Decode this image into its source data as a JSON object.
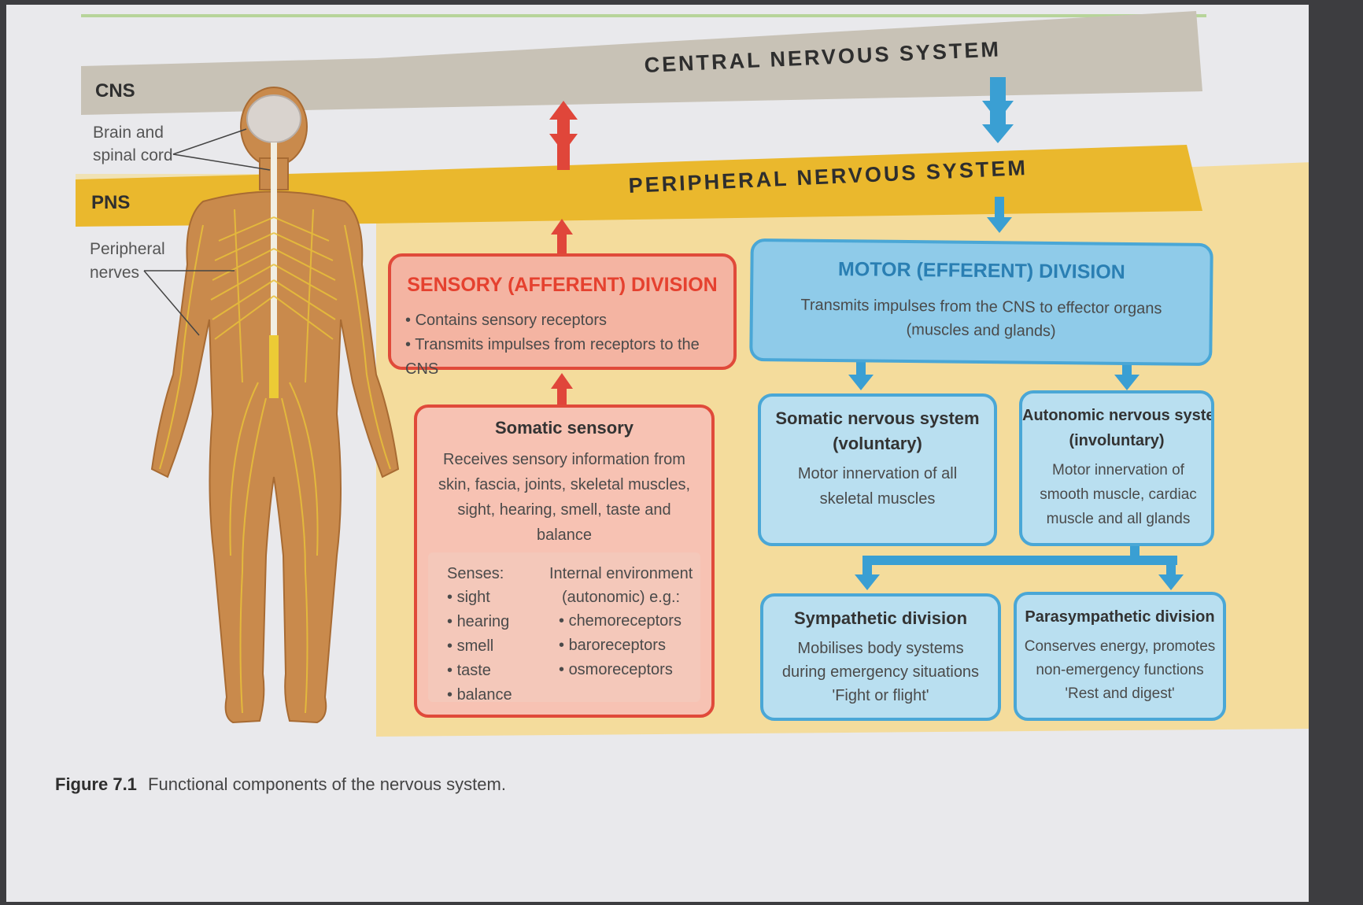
{
  "diagram": {
    "cns_band": "CENTRAL NERVOUS SYSTEM",
    "pns_band": "PERIPHERAL NERVOUS SYSTEM",
    "side": {
      "cns_label": "CNS",
      "cns_text_1": "Brain and",
      "cns_text_2": "spinal cord",
      "pns_label": "PNS",
      "pns_text_1": "Peripheral",
      "pns_text_2": "nerves"
    },
    "sensory": {
      "title": "SENSORY (AFFERENT) DIVISION",
      "bullets": [
        "Contains sensory receptors",
        "Transmits impulses from receptors to the CNS"
      ]
    },
    "somatic_sensory": {
      "title": "Somatic sensory",
      "text": "Receives sensory information from skin, fascia, joints, skeletal muscles, sight, hearing, smell, taste and balance",
      "senses_title": "Senses:",
      "senses": [
        "sight",
        "hearing",
        "smell",
        "taste",
        "balance"
      ],
      "internal_title_1": "Internal environment",
      "internal_title_2": "(autonomic) e.g.:",
      "internal": [
        "chemoreceptors",
        "baroreceptors",
        "osmoreceptors"
      ]
    },
    "motor": {
      "title": "MOTOR (EFFERENT) DIVISION",
      "text_1": "Transmits impulses from the CNS to effector organs",
      "text_2": "(muscles and glands)"
    },
    "somatic_ns": {
      "title_1": "Somatic nervous system",
      "title_2": "(voluntary)",
      "text": "Motor innervation of all skeletal muscles"
    },
    "autonomic_ns": {
      "title_1": "Autonomic nervous system",
      "title_2": "(involuntary)",
      "text": "Motor innervation of smooth muscle, cardiac muscle and all glands"
    },
    "sympathetic": {
      "title": "Sympathetic division",
      "text_1": "Mobilises body systems",
      "text_2": "during emergency situations",
      "text_3": "'Fight or flight'"
    },
    "parasympathetic": {
      "title": "Parasympathetic division",
      "text_1": "Conserves energy, promotes",
      "text_2": "non-emergency functions",
      "text_3": "'Rest and digest'"
    }
  },
  "caption": {
    "label": "Figure 7.1",
    "text": "Functional components of the nervous system."
  },
  "colors": {
    "cns_band": "#c8c2b6",
    "pns_band": "#eab82d",
    "panel": "#f4dc9c",
    "sensory_red": "#e04a3a",
    "motor_blue": "#4aa7d6"
  }
}
